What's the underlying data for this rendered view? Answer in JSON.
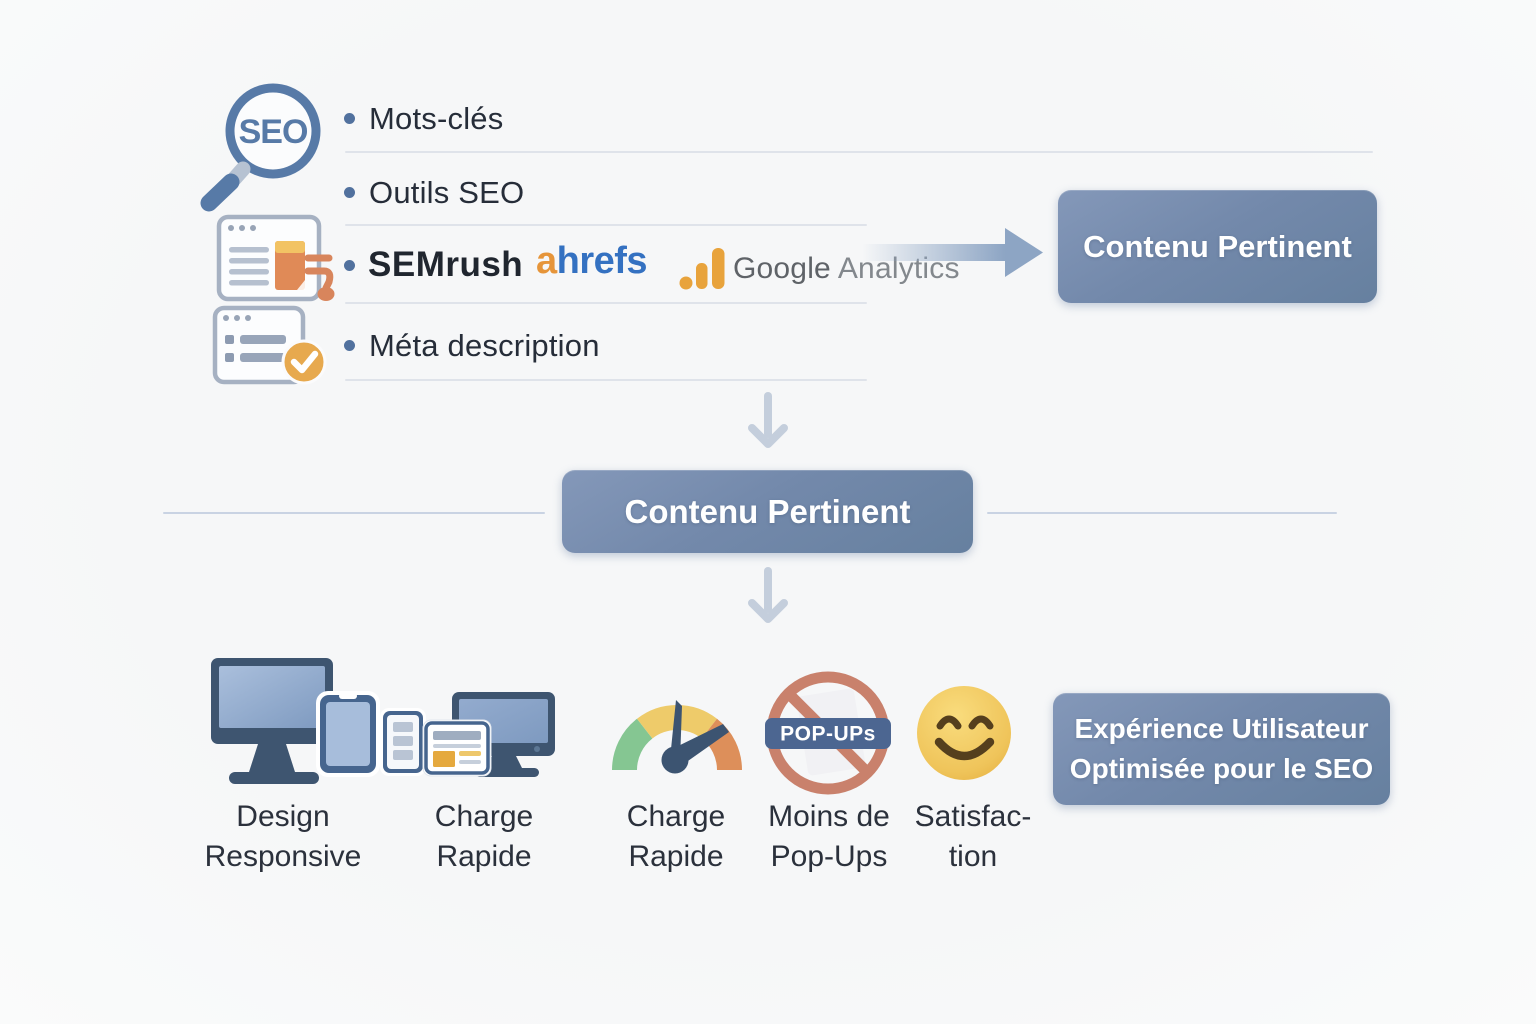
{
  "seo_badge": {
    "label": "SEO"
  },
  "checklist": {
    "items": [
      "Mots-clés",
      "Outils SEO",
      "Méta description"
    ]
  },
  "tools": {
    "semrush": "SEMrush",
    "ahrefs": {
      "first": "a",
      "rest": "hrefs"
    },
    "google_analytics": {
      "google": "Google",
      "analytics": "Analytics"
    }
  },
  "flow": {
    "top_result": "Contenu Pertinent",
    "central_node": "Contenu Pertinent",
    "final_result": "Expérience Utilisateur\nOptimisée pour le SEO"
  },
  "ux_factors": {
    "popup_badge": "POP-UPs",
    "labels": [
      "Design\nResponsive",
      "Charge\nRapide",
      "Charge\nRapide",
      "Moins de\nPop-Ups",
      "Satisfac-\ntion"
    ]
  },
  "colors": {
    "node_background": "#7389ab",
    "accent_blue": "#577aa7",
    "ahrefs_orange": "#e6953a",
    "ahrefs_blue": "#3471c1",
    "analytics_amber": "#e8a33c",
    "gauge_green": "#85c692",
    "gauge_yellow": "#eecb6a",
    "gauge_orange": "#dd8f5a",
    "prohibition_red": "#c9816c",
    "smiley_yellow": "#eec04f",
    "device_slate": "#3e5570",
    "device_screen_blue": "#9db4d4"
  }
}
